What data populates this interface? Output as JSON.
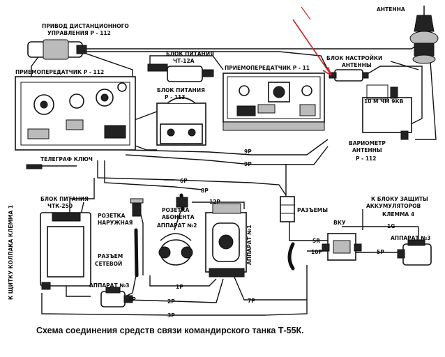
{
  "labels": {
    "antenna": "АНТЕННА",
    "drive_l1": "ПРИВОД ДИСТАНЦИОННОГО",
    "drive_l2": "УПРАВЛЕНИЯ Р - 112",
    "transceiver_left": "ПРИЕМОПЕРЕДАТЧИК Р - 112",
    "psu_ch12a_l1": "БЛОК ПИТАНИЯ",
    "psu_ch12a_l2": "ЧТ-12А",
    "psu_r113_l1": "БЛОК ПИТАНИЯ",
    "psu_r113_l2": "Р - 113",
    "transceiver_right": "ПРИЕМОПЕРЕДАТЧИК Р - 11",
    "tuning_l1": "БЛОК НАСТРОЙКИ",
    "tuning_l2": "АНТЕННЫ",
    "tuning_freq": "10 М ЧМ   9КВ",
    "variometer_l1": "ВАРИОМЕТР",
    "variometer_l2": "АНТЕННЫ",
    "variometer_l3": "Р - 112",
    "telegraph_key": "ТЕЛЕГРАФ КЛЮЧ",
    "side_vertical": "К ЩИТКУ КОЛПАКА КЛЕММА 1",
    "psu_tchk_l1": "БЛОК ПИТАНИЯ",
    "psu_tchk_l2": "ЧТК-250",
    "socket_ext_l1": "РОЗЕТКА",
    "socket_ext_l2": "НАРУЖНАЯ",
    "socket_sub_l1": "РОЗЕТКА",
    "socket_sub_l2": "АБОНЕНТА",
    "device2": "АППАРАТ №2",
    "device1": "АППАРАТ №1",
    "mains_l1": "РАЗЪЕМ",
    "mains_l2": "СЕТЕВОЙ",
    "device3_left": "АППАРАТ №3",
    "connectors": "РАЗЪЕМЫ",
    "vku": "ВКУ",
    "battery_l1": "К БЛОКУ ЗАЩИТЫ",
    "battery_l2": "АККУМУЛЯТОРОВ",
    "battery_l3": "КЛЕММА 4",
    "device3_right": "АППАРАТ №3",
    "w9r_a": "9Р",
    "w9r_b": "9Р",
    "w6r": "6Р",
    "w8r": "8Р",
    "w12r": "12Р",
    "w1g": "1G",
    "w5r_left": "5R",
    "w10r": "10Р",
    "w5r_right": "5Р",
    "w1r": "1Р",
    "w2r": "2Р",
    "w7r": "7Р",
    "w3r": "3Р",
    "w4r": "4Р"
  },
  "caption": "Схема соединения средств связи командирского танка Т-55К.",
  "colors": {
    "arrow": "#d42020",
    "ink": "#111111"
  }
}
